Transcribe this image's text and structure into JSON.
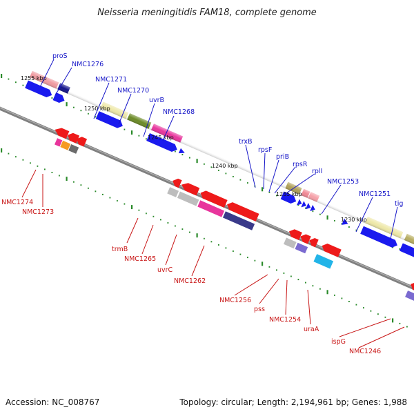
{
  "header": {
    "title": "Neisseria meningitidis FAM18, complete genome"
  },
  "footer": {
    "accession": "Accession: NC_008767",
    "summary": "Topology: circular; Length: 2,194,961 bp; Genes: 1,988"
  },
  "ticks": [
    "1255 kbp",
    "1250 kbp",
    "1245 kbp",
    "1240 kbp",
    "1235 kbp",
    "1230 kbp"
  ],
  "genes_top": [
    "proS",
    "NMC1276",
    "NMC1271",
    "NMC1270",
    "uvrB",
    "NMC1268",
    "trxB",
    "rpsF",
    "priB",
    "rpsR",
    "rplI",
    "NMC1253",
    "NMC1251",
    "tig"
  ],
  "genes_bottom": [
    "NMC1274",
    "NMC1273",
    "trmB",
    "NMC1265",
    "uvrC",
    "NMC1262",
    "NMC1256",
    "pss",
    "NMC1254",
    "uraA",
    "ispG",
    "NMC1246"
  ],
  "colors": {
    "backbone": "#808080",
    "cds_forward": "#1a1aee",
    "cds_reverse": "#ee1a1a",
    "label_top": "#1515c8",
    "label_bottom": "#c81515",
    "tick_dot": "#2a8a2a"
  }
}
